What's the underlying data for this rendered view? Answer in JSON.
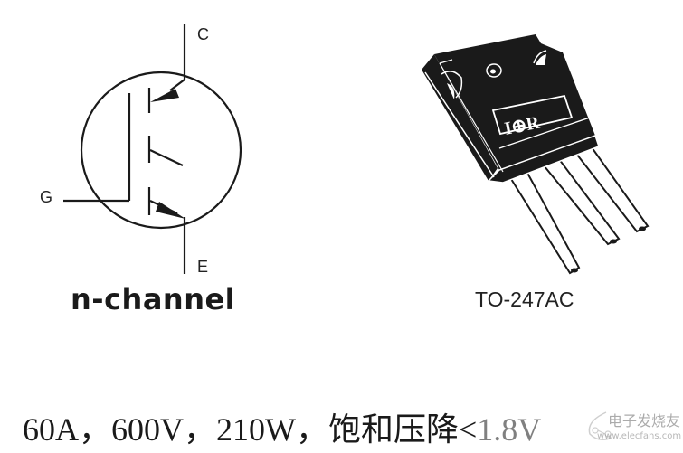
{
  "symbol": {
    "type": "IGBT",
    "terminals": {
      "collector": "C",
      "gate": "G",
      "emitter": "E"
    },
    "caption": "n-channel"
  },
  "package": {
    "brand_logo": "IOR",
    "caption": "TO-247AC",
    "leads": 3
  },
  "specs": {
    "line": "60A，600V，210W，饱和压降<1.8V",
    "visible_text": "60A，600V，210W，饱和压降<",
    "tail": "1.8V"
  },
  "watermark": {
    "text": "电子发烧友",
    "url": "www.elecfans.com"
  },
  "colors": {
    "ink": "#1a1a1a",
    "background": "#ffffff"
  }
}
